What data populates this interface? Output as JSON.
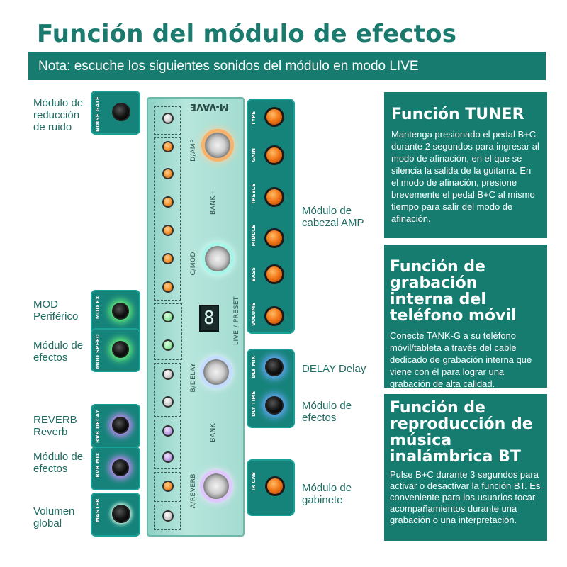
{
  "header": {
    "title": "Función del módulo de efectos",
    "subtitle": "Nota: escuche los siguientes sonidos del módulo en modo LIVE"
  },
  "left_labels": {
    "noise_gate": [
      "Módulo de",
      "reducción",
      "de ruido"
    ],
    "mod_fx": [
      "MOD",
      "Periférico"
    ],
    "mod_speed": [
      "Módulo de",
      "efectos"
    ],
    "reverb_title": [
      "REVERB",
      "Reverb"
    ],
    "reverb_module": [
      "Módulo de",
      "efectos"
    ],
    "master": [
      "Volumen",
      "global"
    ]
  },
  "left_tiles": {
    "noise_gate": "NOISE GATE",
    "mod_fx": "MOD FX",
    "mod_speed": "MOD SPEED",
    "rvb_decay": "RVB DECAY",
    "rvb_mix": "RVB MIX",
    "master": "MASTER"
  },
  "center_tiles": {
    "amp": [
      "TYPE",
      "GAIN",
      "TREBLE",
      "MIDDLE",
      "BASS",
      "VOLUME"
    ],
    "delay": [
      "DLY MIX",
      "DLY TIME"
    ],
    "cab": "IR CAB"
  },
  "right_labels": {
    "amp": [
      "Módulo de",
      "cabezal AMP"
    ],
    "delay_title": [
      "DELAY Delay"
    ],
    "delay_module": [
      "Módulo de",
      "efectos"
    ],
    "cab": [
      "Módulo de",
      "gabinete"
    ]
  },
  "pedal": {
    "brand": "M-VAVE",
    "switch_labels": [
      "D/AMP",
      "BANK+",
      "C/MOD",
      "LIVE / PRESET",
      "B/DELAY",
      "BANK-",
      "A/REVERB"
    ],
    "display": "8"
  },
  "panels": {
    "tuner": {
      "title": "Función TUNER",
      "body": "Mantenga presionado el pedal B+C durante 2 segundos para ingresar al modo de afinación, en el que se silencia la salida de la guitarra. En el modo de afinación, presione brevemente el pedal B+C al mismo tiempo para salir del modo de afinación."
    },
    "recording": {
      "title": "Función de grabación interna del teléfono móvil",
      "body": "Conecte TANK-G a su teléfono móvil/tableta a través del cable dedicado de grabación interna que viene con él para lograr una grabación de alta calidad."
    },
    "bt": {
      "title": "Función de reproducción de música inalámbrica BT",
      "body": "Pulse B+C durante 3 segundos para activar o desactivar la función BT. Es conveniente para los usuarios tocar acompañamientos durante una grabación o una interpretación."
    }
  },
  "colors": {
    "brand_teal": "#187b6f",
    "title_teal": "#1a7a6e",
    "knob_orange": "#f37a1a",
    "pedal_mint": "#a4dcd1"
  }
}
